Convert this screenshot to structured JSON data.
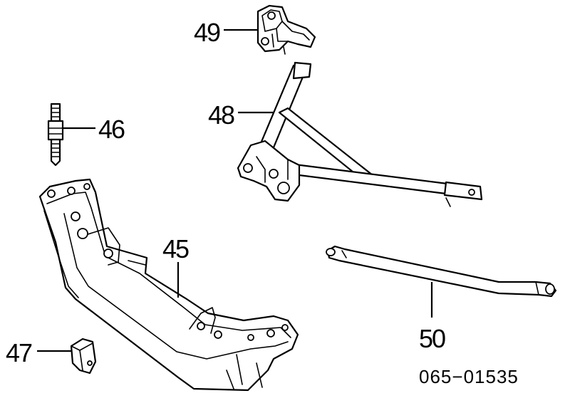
{
  "diagram": {
    "part_numbers": {
      "p45": "45",
      "p46": "46",
      "p47": "47",
      "p48": "48",
      "p49": "49",
      "p50": "50"
    },
    "drawing_code": "065−01535"
  }
}
